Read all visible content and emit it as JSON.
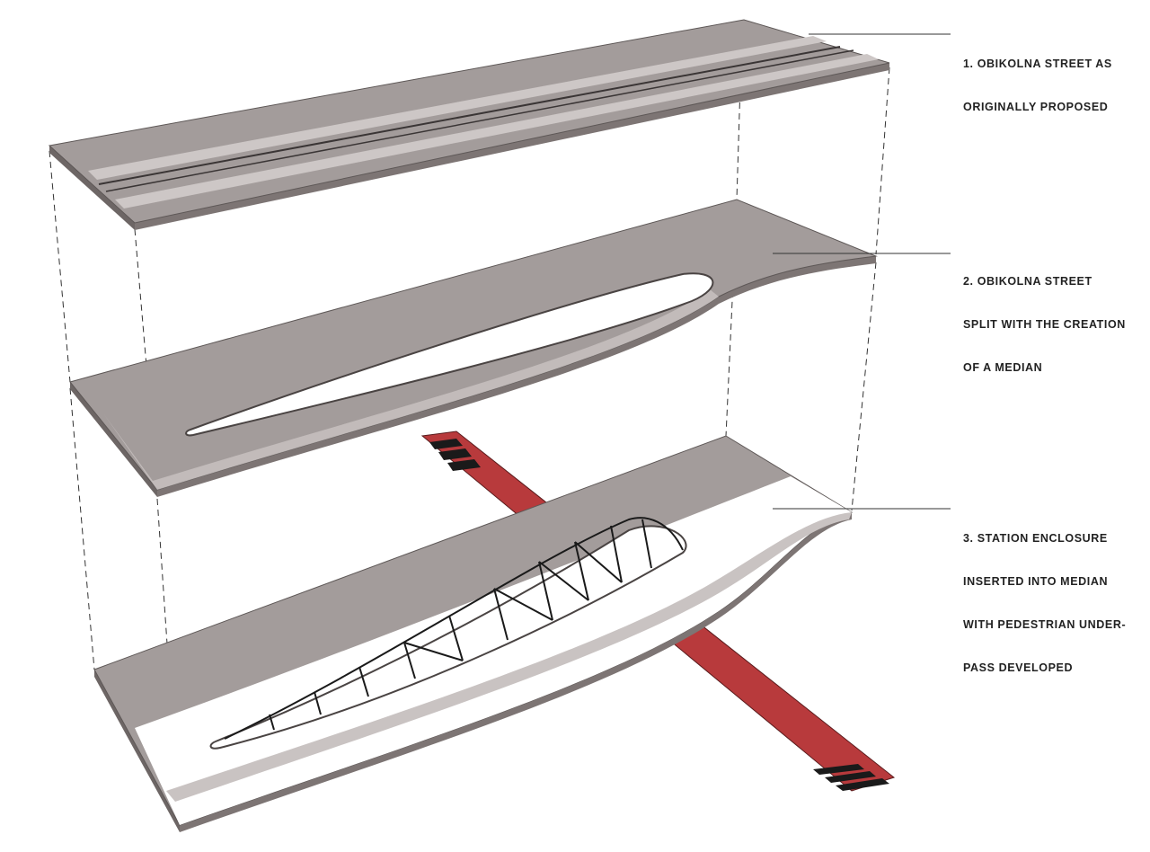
{
  "labels": [
    {
      "lines": [
        "1.  OBIKOLNA STREET AS",
        "ORIGINALLY PROPOSED"
      ]
    },
    {
      "lines": [
        "2.  OBIKOLNA STREET",
        "SPLIT WITH THE CREATION",
        "OF A MEDIAN"
      ]
    },
    {
      "lines": [
        "3.  STATION ENCLOSURE",
        "INSERTED INTO MEDIAN",
        "WITH PEDESTRIAN UNDER-",
        "PASS DEVELOPED"
      ]
    }
  ],
  "colors": {
    "road": "#a39c9b",
    "road_light": "#c9c3c2",
    "edge": "#5e5857",
    "underpass": "#b83a3c",
    "stair": "#1a1a1a"
  }
}
